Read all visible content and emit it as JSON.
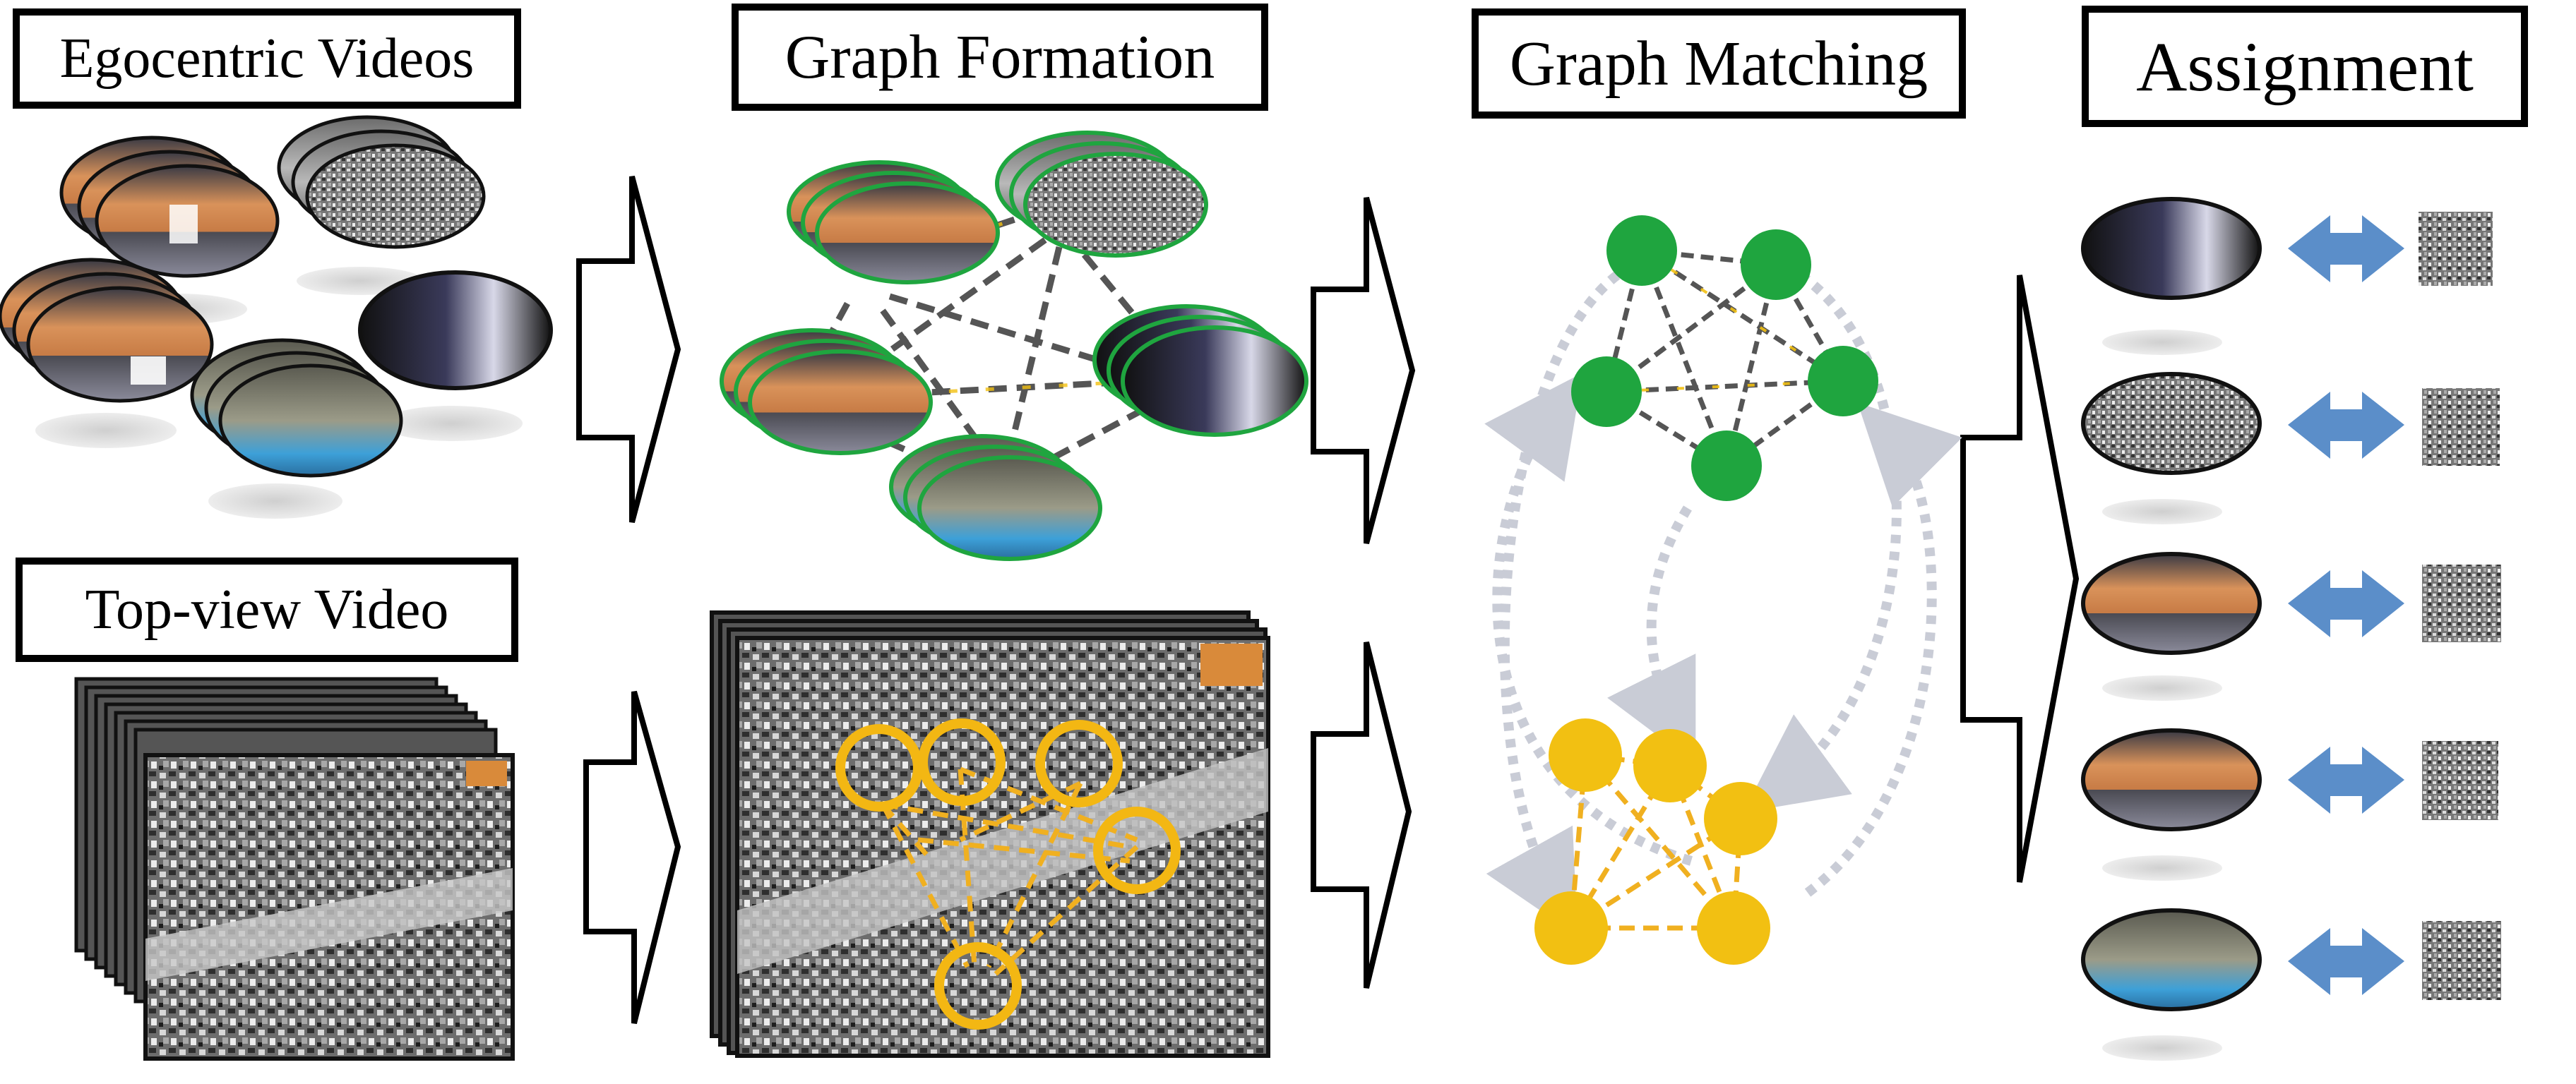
{
  "labels": {
    "egocentric": "Egocentric Videos",
    "graph_formation": "Graph Formation",
    "graph_matching": "Graph Matching",
    "assignment": "Assignment",
    "top_view": "Top-view Video"
  },
  "colors": {
    "green_node": "#1fa53f",
    "green_edge": "#555555",
    "yellow_node": "#f2c012",
    "yellow_edge": "#f0b020",
    "match_arrow": "#c9ccd6",
    "assign_arrow": "#5b8ec9",
    "frame_border": "#1b1b1b",
    "ring": "#f3b713"
  },
  "icons": [
    "hollow-right-arrow-icon",
    "double-headed-arrow-icon",
    "dotted-curved-arrow-icon"
  ]
}
